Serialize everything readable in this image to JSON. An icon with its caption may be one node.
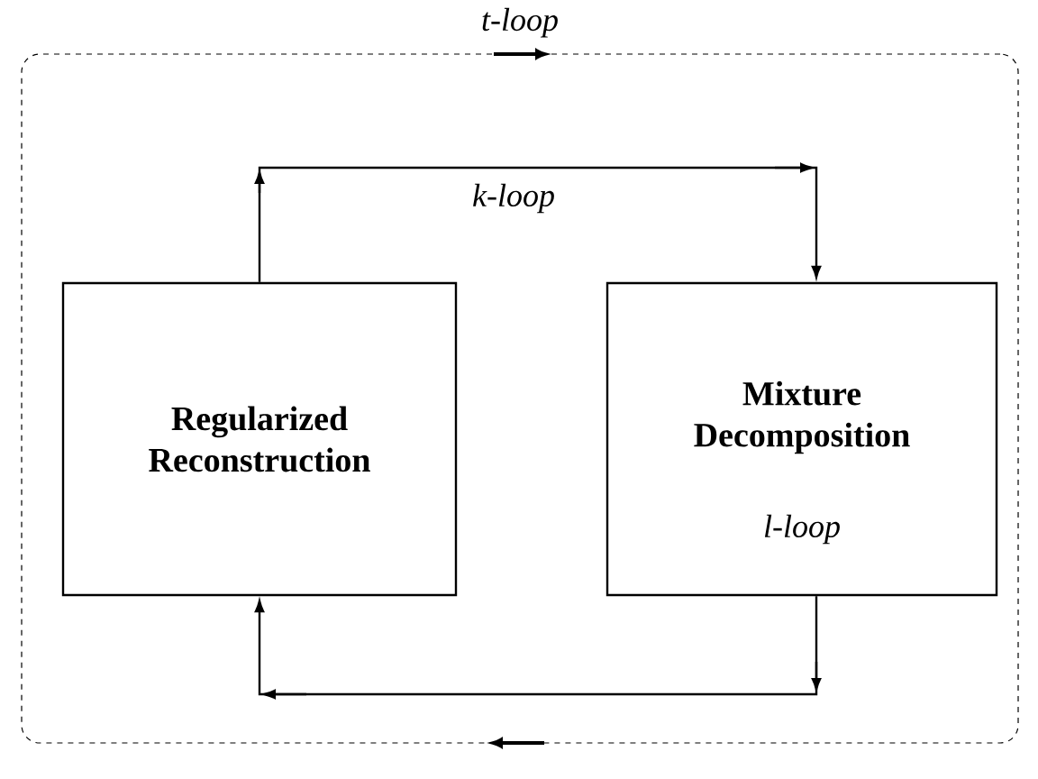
{
  "diagram": {
    "nodes": [
      {
        "text": [
          "t-loop"
        ]
      },
      {
        "text": [
          "Regularized Reconstruction"
        ],
        "in": 0
      },
      {
        "text": [
          "Mixture Decomposition",
          "l-loop"
        ],
        "in": 0
      }
    ],
    "edges": [
      {
        "from": 1,
        "to": 2,
        "arrow": "to",
        "label": "k-loop"
      },
      {
        "from": 2,
        "to": 1,
        "arrow": "to"
      }
    ]
  }
}
